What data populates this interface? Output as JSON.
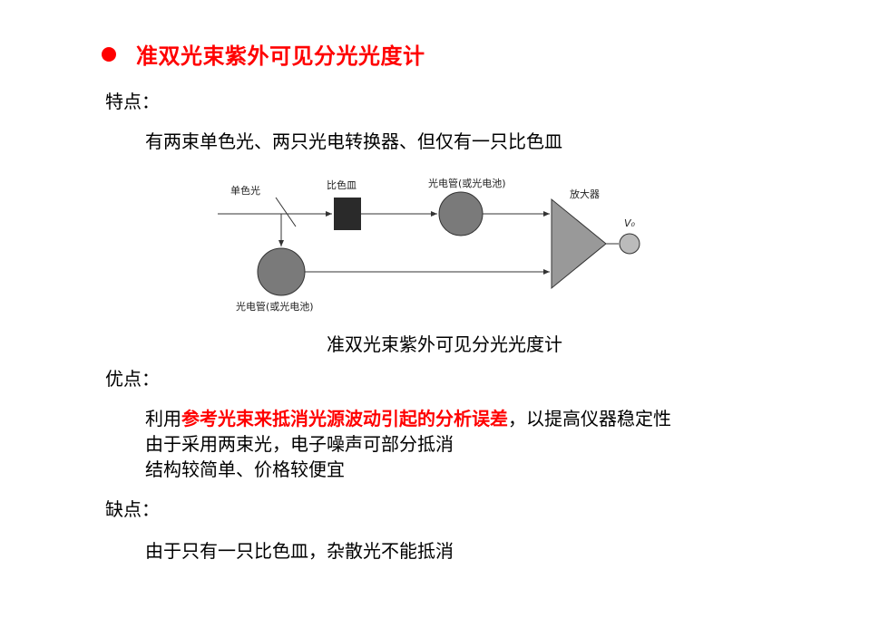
{
  "title": "准双光束紫外可见分光光度计",
  "features": {
    "heading": "特点：",
    "text": "有两束单色光、两只光电转换器、但仅有一只比色皿"
  },
  "diagram": {
    "label_monochromatic": "单色光",
    "label_cuvette": "比色皿",
    "label_phototube_top": "光电管(或光电池)",
    "label_amplifier": "放大器",
    "label_v0": "V₀",
    "label_phototube_bottom": "光电管(或光电池)",
    "caption": "准双光束紫外可见分光光度计"
  },
  "advantages": {
    "heading": "优点：",
    "line1_prefix": "利用",
    "line1_highlight": "参考光束来抵消光源波动引起的分析误差",
    "line1_suffix": "，以提高仪器稳定性",
    "line2": "由于采用两束光，电子噪声可部分抵消",
    "line3": "结构较简单、价格较便宜"
  },
  "disadvantages": {
    "heading": "缺点：",
    "text": "由于只有一只比色皿，杂散光不能抵消"
  },
  "colors": {
    "accent": "#ff0000"
  }
}
